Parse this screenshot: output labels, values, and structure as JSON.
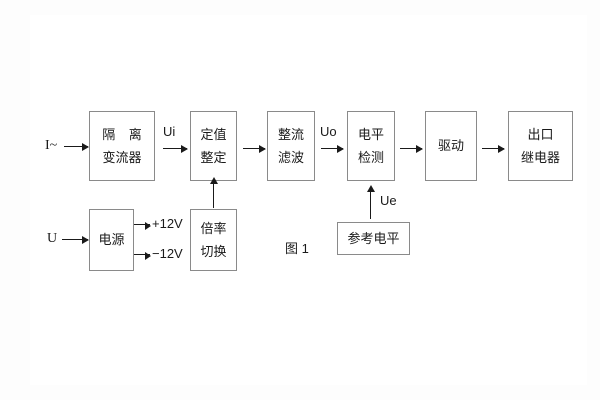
{
  "diagram": {
    "caption": "图 1",
    "blocks": [
      {
        "id": "isolation-ct",
        "lines": [
          "隔 离",
          "变流器"
        ]
      },
      {
        "id": "setting",
        "lines": [
          "定值",
          "整定"
        ]
      },
      {
        "id": "rectify-filter",
        "lines": [
          "整流",
          "滤波"
        ]
      },
      {
        "id": "level-detect",
        "lines": [
          "电平",
          "检测"
        ]
      },
      {
        "id": "drive",
        "lines": [
          "驱动"
        ]
      },
      {
        "id": "output-relay",
        "lines": [
          "出口",
          "继电器"
        ]
      },
      {
        "id": "power-supply",
        "lines": [
          "电源"
        ]
      },
      {
        "id": "multiplier-switch",
        "lines": [
          "倍率",
          "切换"
        ]
      },
      {
        "id": "reference-level",
        "lines": [
          "参考电平"
        ]
      }
    ],
    "signals": {
      "current_input": "I~",
      "voltage_input": "U",
      "ui": "Ui",
      "uo": "Uo",
      "ue": "Ue",
      "rail_positive": "+12V",
      "rail_negative": "−12V"
    }
  },
  "colors": {
    "box_border": "#8a8a8a",
    "text": "#1a1a1a",
    "background": "#fdfdfd",
    "plate": "#ffffff"
  }
}
